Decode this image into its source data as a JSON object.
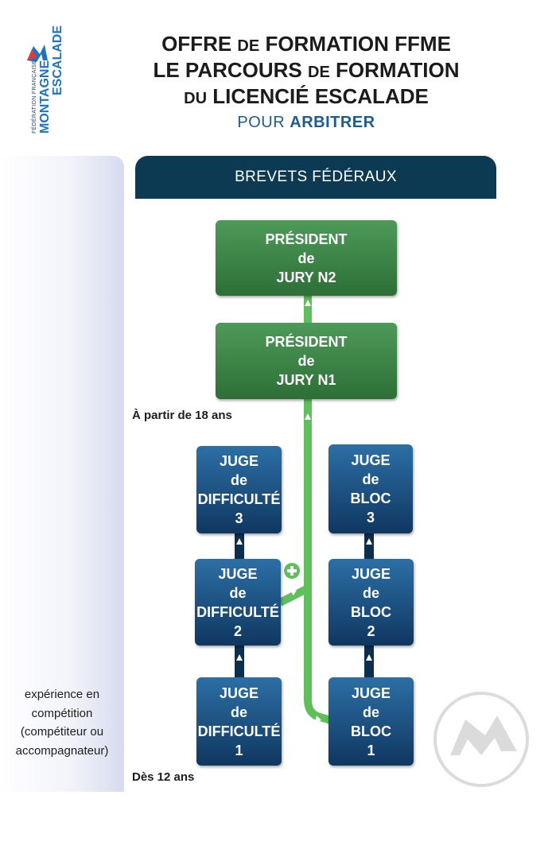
{
  "logo": {
    "line1": "FÉDÉRATION FRANÇAISE",
    "line2": "MONTAGNE",
    "line3": "ESCALADE"
  },
  "header": {
    "title_lines": [
      [
        "OFFRE ",
        "DE",
        " FORMATION FFME"
      ],
      [
        "LE PARCOURS ",
        "DE",
        " FORMATION"
      ],
      [
        "",
        "DU",
        " LICENCIÉ ESCALADE"
      ]
    ],
    "subtitle_prefix": "POUR",
    "subtitle_emphasis": "ARBITRER"
  },
  "band": {
    "label": "BREVETS FÉDÉRAUX"
  },
  "boxes": {
    "president_n2": [
      "PRÉSIDENT",
      "de",
      "JURY N2"
    ],
    "president_n1": [
      "PRÉSIDENT",
      "de",
      "JURY N1"
    ],
    "diff3": [
      "JUGE",
      "de",
      "DIFFICULTÉ",
      "3"
    ],
    "diff2": [
      "JUGE",
      "de",
      "DIFFICULTÉ",
      "2"
    ],
    "diff1": [
      "JUGE",
      "de",
      "DIFFICULTÉ",
      "1"
    ],
    "bloc3": [
      "JUGE",
      "de",
      "BLOC",
      "3"
    ],
    "bloc2": [
      "JUGE",
      "de",
      "BLOC",
      "2"
    ],
    "bloc1": [
      "JUGE",
      "de",
      "BLOC",
      "1"
    ]
  },
  "labels": {
    "age_18": "À partir de 18 ans",
    "age_12": "Dès 12 ans",
    "experience": [
      "expérience en",
      "compétition",
      "(compétiteur ou",
      "accompagnateur)"
    ]
  },
  "colors": {
    "dark_band": "#0c3a52",
    "green": "#3f8a4a",
    "blue": "#1a4f82",
    "connector_green": "#5fbf5a",
    "connector_blue": "#0d2f4e"
  }
}
